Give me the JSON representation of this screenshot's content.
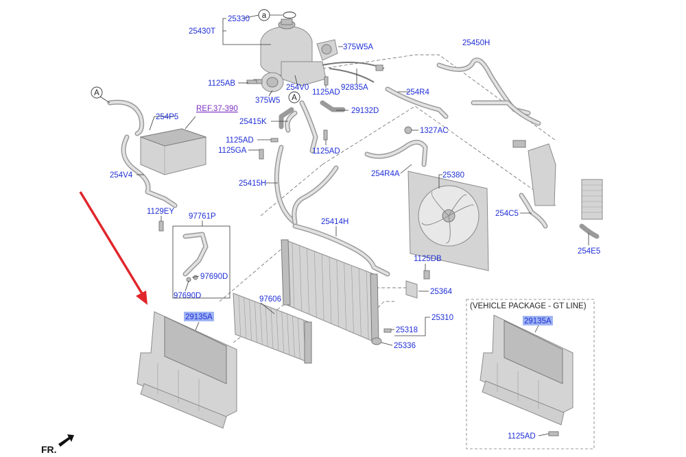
{
  "diagram": {
    "labels": {
      "l25330": "25330",
      "l25430T": "25430T",
      "l375W5A": "375W5A",
      "l25450H": "25450H",
      "l1125AB": "1125AB",
      "l254V0": "254V0",
      "l92835A": "92835A",
      "l254R4": "254R4",
      "l375W5": "375W5",
      "l1125AD_a": "1125AD",
      "l29132D": "29132D",
      "l254P5": "254P5",
      "lREF": "REF.37-390",
      "l25415K": "25415K",
      "l1327AC": "1327AC",
      "l1125AD_b": "1125AD",
      "l1125GA": "1125GA",
      "l1125AD_c": "1125AD",
      "l254V4": "254V4",
      "l254R4A": "254R4A",
      "l25380": "25380",
      "l25415H": "25415H",
      "l1129EY": "1129EY",
      "l97761P": "97761P",
      "l25414H": "25414H",
      "l254C5": "254C5",
      "l254E5": "254E5",
      "l1125DB": "1125DB",
      "l97690D_a": "97690D",
      "l97690D_b": "97690D",
      "l97606": "97606",
      "l25364": "25364",
      "l29135A_a": "29135A",
      "l25310": "25310",
      "l25318": "25318",
      "l25336": "25336",
      "lVEH": "(VEHICLE PACKAGE - GT LINE)",
      "l29135A_b": "29135A",
      "l1125AD_d": "1125AD",
      "lFR": "FR.",
      "circleA1": "a",
      "circleA2": "A",
      "circleA3": "A"
    },
    "colors": {
      "label": "#1f2fd6",
      "reference": "#7b2fbf",
      "highlight": "#9fb4f2",
      "arrow": "#e0262b",
      "part": "#d4d4d4"
    }
  }
}
